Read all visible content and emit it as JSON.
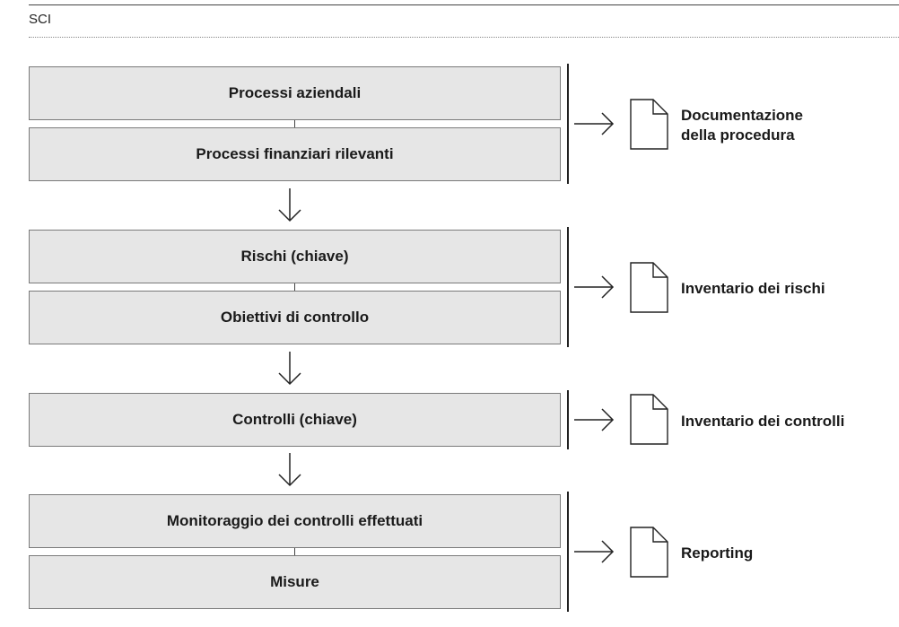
{
  "header": {
    "section_label": "SCI"
  },
  "groups": [
    {
      "boxes": [
        "Processi aziendali",
        "Processi finanziari rilevanti"
      ],
      "output": {
        "label_line1": "Documentazione",
        "label_line2": "della procedura"
      }
    },
    {
      "boxes": [
        "Rischi (chiave)",
        "Obiettivi di controllo"
      ],
      "output": {
        "label_line1": "Inventario dei rischi"
      }
    },
    {
      "boxes": [
        "Controlli (chiave)"
      ],
      "output": {
        "label_line1": "Inventario dei controlli"
      }
    },
    {
      "boxes": [
        "Monitoraggio dei controlli effettuati",
        "Misure"
      ],
      "output": {
        "label_line1": "Reporting"
      }
    }
  ],
  "colors": {
    "box_fill": "#e6e6e6",
    "box_border": "#7a7a7a",
    "line": "#222222"
  },
  "icons": {
    "document": "document-icon",
    "arrow_right": "arrow-right-icon",
    "arrow_down": "arrow-down-icon"
  }
}
